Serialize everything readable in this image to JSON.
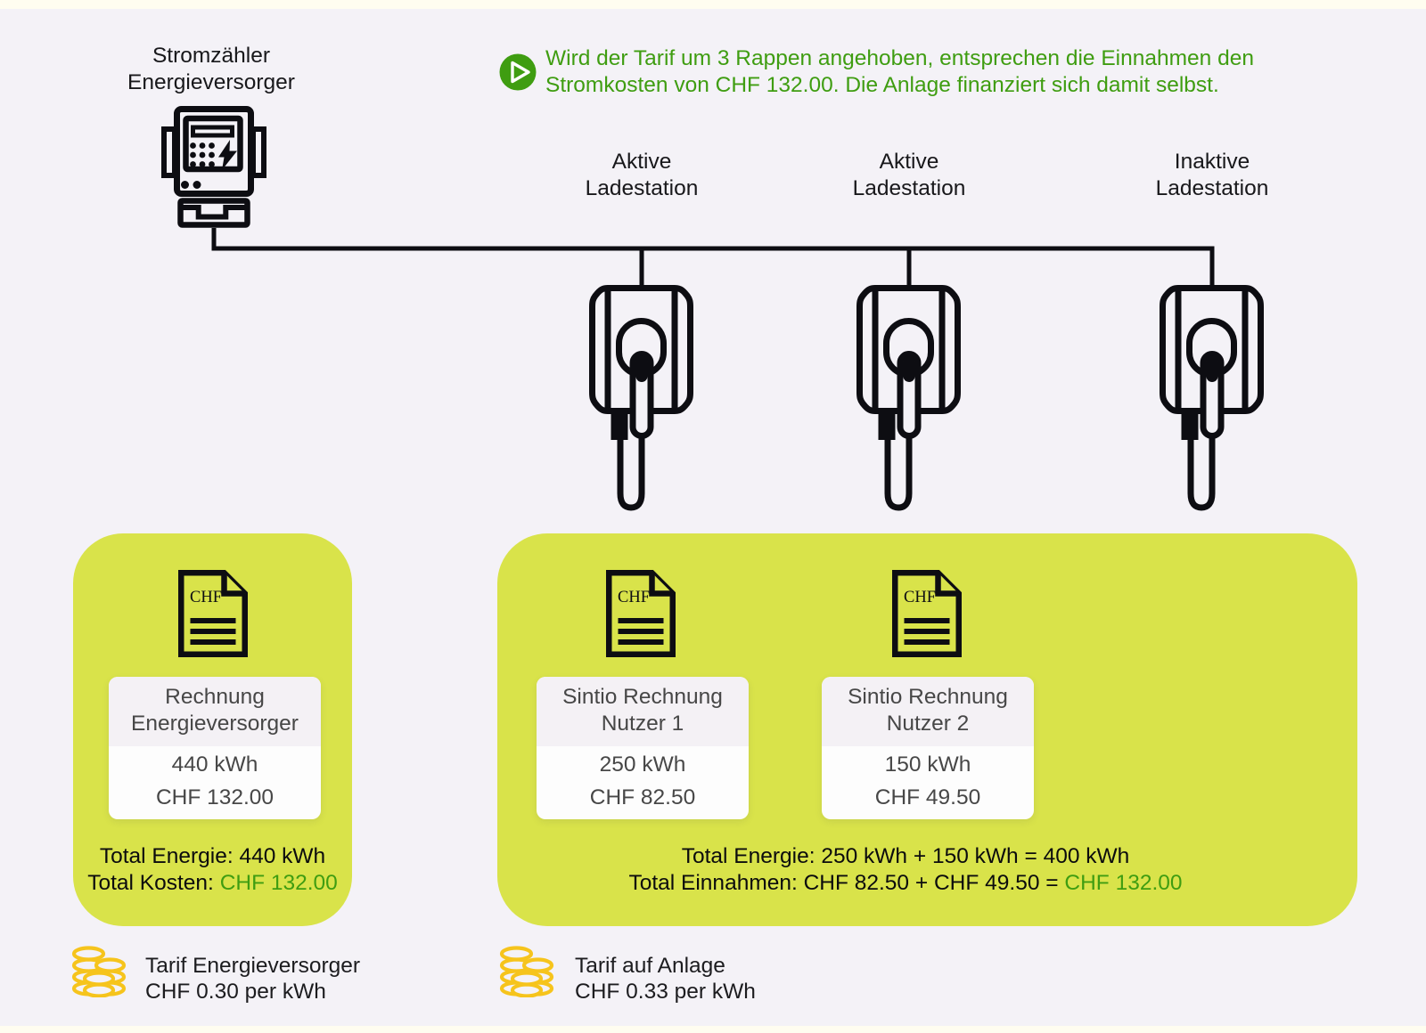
{
  "meter": {
    "label_line1": "Stromzähler",
    "label_line2": "Energieversorger"
  },
  "annotation": {
    "line1": "Wird der Tarif um 3 Rappen angehoben, entsprechen die Einnahmen den",
    "line2": "Stromkosten von CHF 132.00. Die Anlage finanziert sich damit selbst."
  },
  "stations": [
    {
      "line1": "Aktive",
      "line2": "Ladestation"
    },
    {
      "line1": "Aktive",
      "line2": "Ladestation"
    },
    {
      "line1": "Inaktive",
      "line2": "Ladestation"
    }
  ],
  "invoices": [
    {
      "doc_label": "CHF",
      "title_line1": "Rechnung",
      "title_line2": "Energieversorger",
      "energy": "440 kWh",
      "amount": "CHF 132.00"
    },
    {
      "doc_label": "CHF",
      "title_line1": "Sintio Rechnung",
      "title_line2": "Nutzer 1",
      "energy": "250 kWh",
      "amount": "CHF 82.50"
    },
    {
      "doc_label": "CHF",
      "title_line1": "Sintio Rechnung",
      "title_line2": "Nutzer 2",
      "energy": "150 kWh",
      "amount": "CHF 49.50"
    }
  ],
  "supplier_box": {
    "total_energy": "Total Energie: 440 kWh",
    "total_cost_label": "Total Kosten:",
    "total_cost_value": "CHF 132.00"
  },
  "station_box": {
    "total_energy": "Total Energie: 250 kWh + 150 kWh = 400 kWh",
    "total_income_label": "Total Einnahmen: CHF 82.50 + CHF 49.50 =",
    "total_income_value": "CHF 132.00"
  },
  "tariffs": [
    {
      "line1": "Tarif Energieversorger",
      "line2": "CHF 0.30 per kWh"
    },
    {
      "line1": "Tarif auf Anlage",
      "line2": "CHF 0.33 per kWh"
    }
  ],
  "colors": {
    "background": "#f4f2f7",
    "box_green": "#d9e34a",
    "accent_green": "#3f9d11",
    "coin_gold": "#f6c41c",
    "line_black": "#0d0d12"
  }
}
